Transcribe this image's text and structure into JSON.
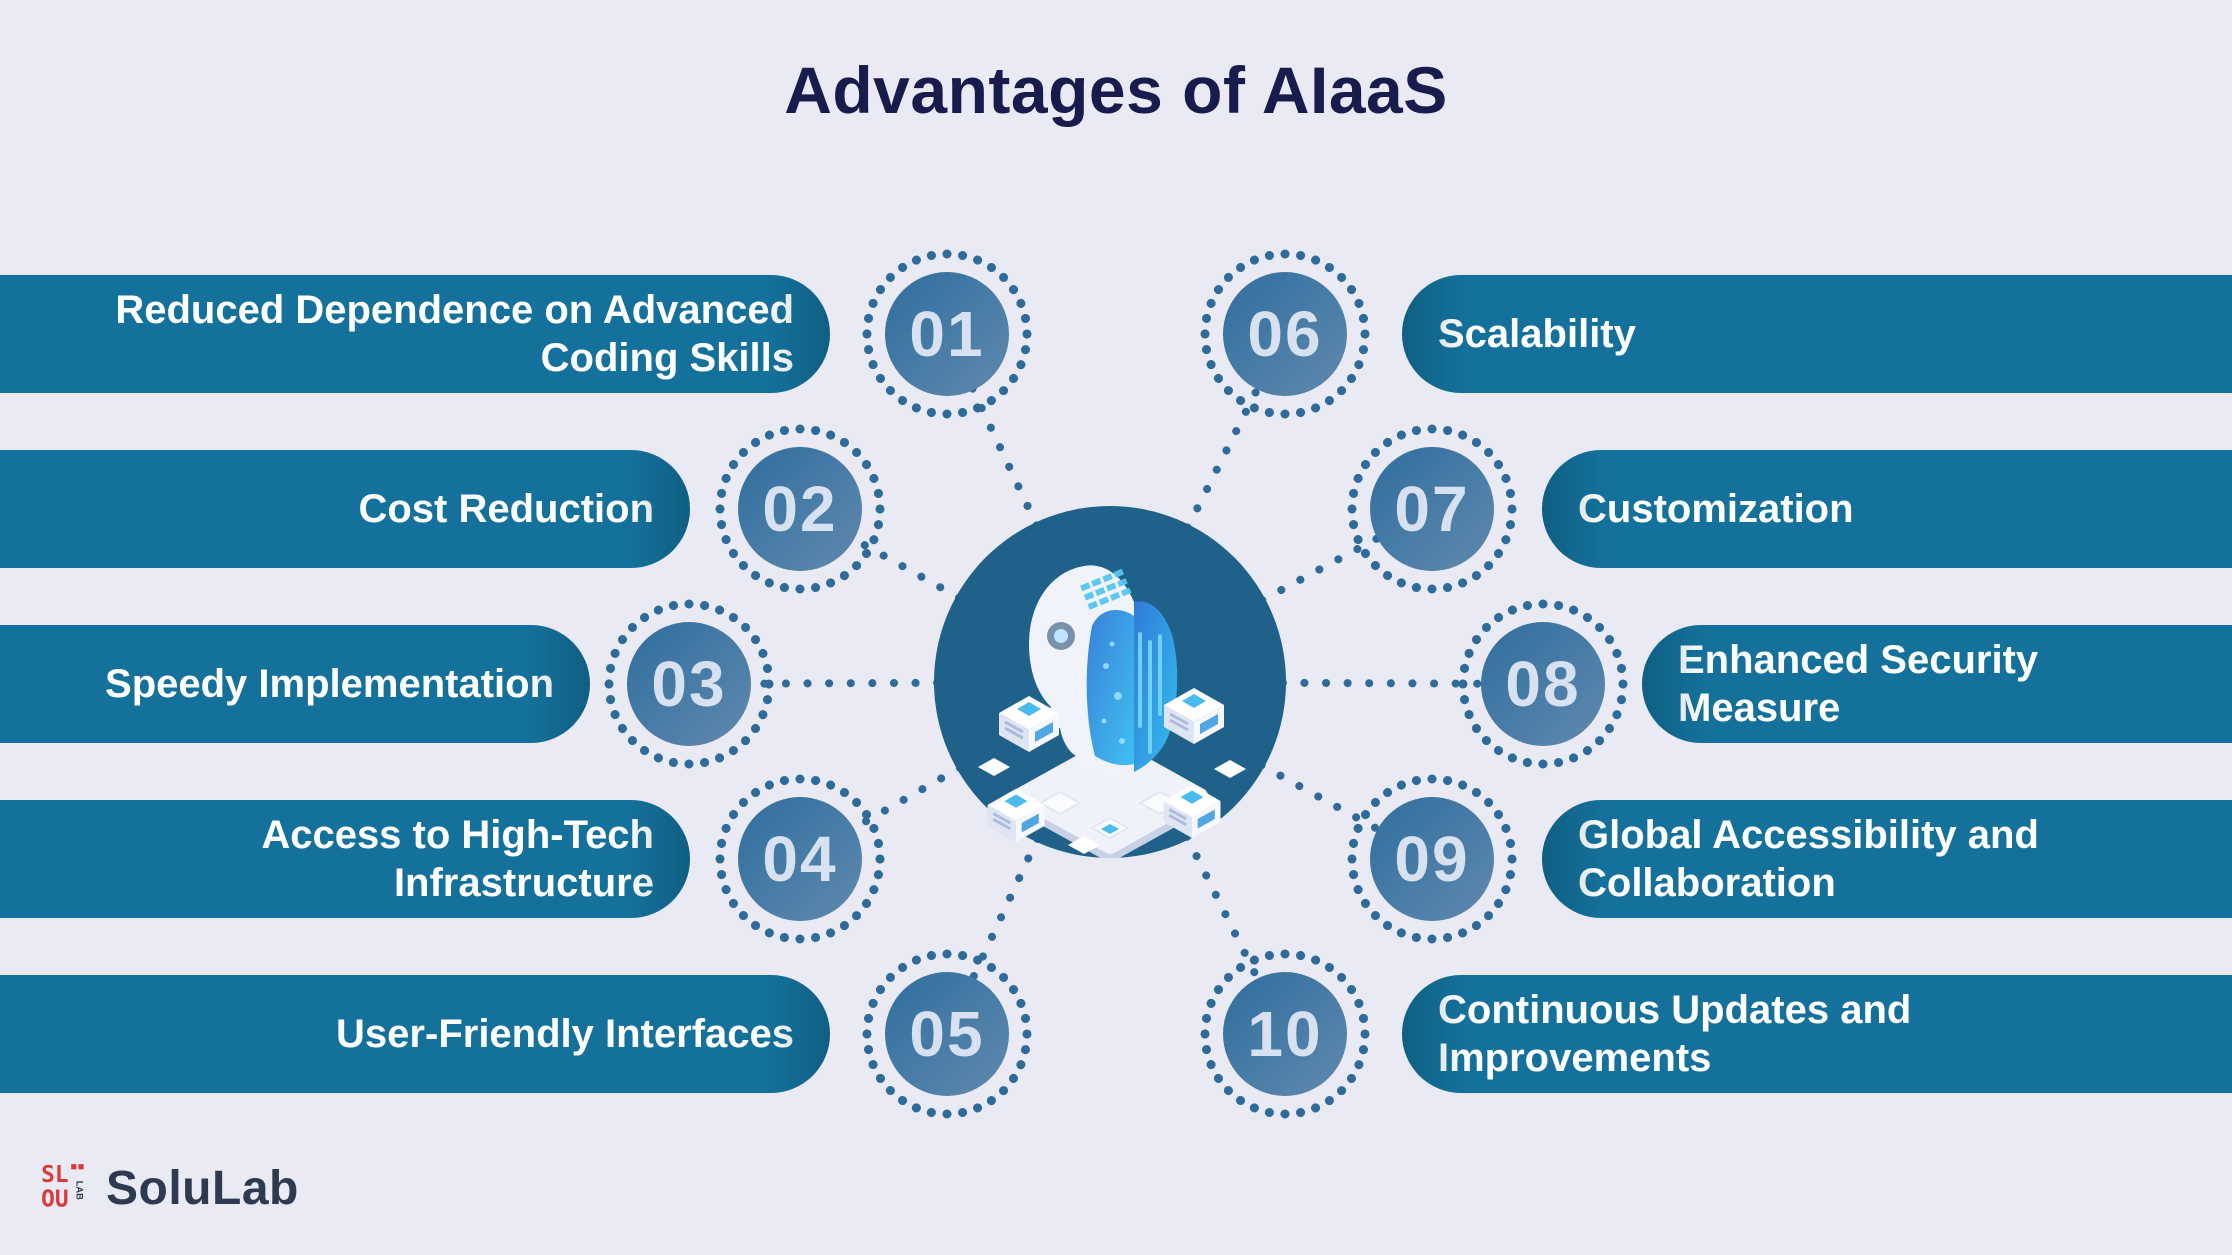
{
  "title": "Advantages of AIaaS",
  "items": [
    {
      "number": "01",
      "label": "Reduced Dependence on Advanced Coding Skills"
    },
    {
      "number": "02",
      "label": "Cost Reduction"
    },
    {
      "number": "03",
      "label": "Speedy Implementation"
    },
    {
      "number": "04",
      "label": "Access to High-Tech Infrastructure"
    },
    {
      "number": "05",
      "label": "User-Friendly Interfaces"
    },
    {
      "number": "06",
      "label": "Scalability"
    },
    {
      "number": "07",
      "label": "Customization"
    },
    {
      "number": "08",
      "label": "Enhanced Security Measure"
    },
    {
      "number": "09",
      "label": "Global Accessibility and Collaboration"
    },
    {
      "number": "10",
      "label": "Continuous Updates and Improvements"
    }
  ],
  "brand": {
    "name": "SoluLab",
    "mark_line1": "SL",
    "mark_line2": "OU",
    "mark_vertical": "LAB"
  },
  "colors": {
    "background": "#E9EAF4",
    "banner_teal": "#14719B",
    "dotted_ring": "#2E6B99",
    "node_disc_dark": "#2F6E9E",
    "node_disc_light": "#6089AE",
    "hub_circle": "#206189",
    "title_navy": "#181C4D",
    "logo_red": "#DA3A3C",
    "logo_text": "#2D3A50"
  },
  "icons": {
    "center": "ai-head-illustration",
    "node_ring": "dotted-ring-icon",
    "logo_mark": "solulab-logo-icon"
  }
}
